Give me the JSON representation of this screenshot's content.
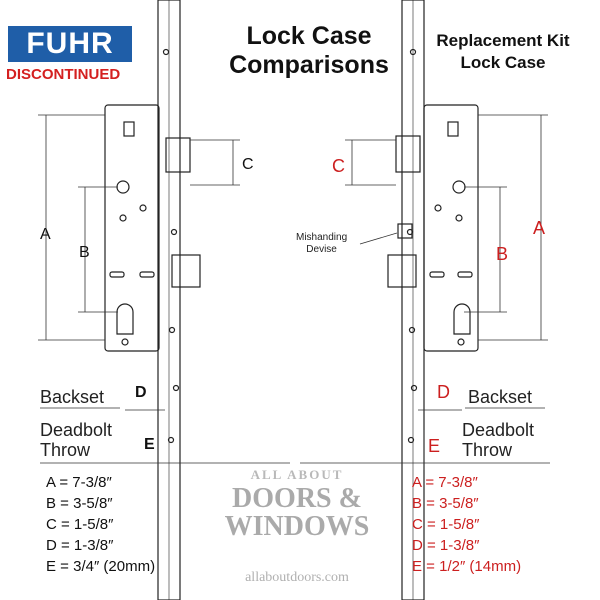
{
  "brand": {
    "logo": "FUHR",
    "status": "DISCONTINUED"
  },
  "titles": {
    "left": "Lock Case Comparisons",
    "right": "Replacement Kit Lock Case"
  },
  "left": {
    "dims": {
      "a": "A",
      "b": "B",
      "c": "C",
      "d": "D",
      "e": "E"
    },
    "backset": "Backset",
    "deadbolt_throw": [
      "Deadbolt",
      "Throw"
    ],
    "specs": [
      "A = 7-3/8″",
      "B = 3-5/8″",
      "C = 1-5/8″",
      "D = 1-3/8″",
      "E = 3/4″ (20mm)"
    ]
  },
  "right": {
    "dims": {
      "a": "A",
      "b": "B",
      "c": "C",
      "d": "D",
      "e": "E"
    },
    "backset": "Backset",
    "deadbolt_throw": [
      "Deadbolt",
      "Throw"
    ],
    "mishanding": [
      "Mishanding",
      "Devise"
    ],
    "specs": [
      "A = 7-3/8″",
      "B = 3-5/8″",
      "C = 1-5/8″",
      "D = 1-3/8″",
      "E = 1/2″ (14mm)"
    ]
  },
  "watermark": {
    "line1": "ALL ABOUT",
    "line2": "DOORS & WINDOWS",
    "line3": "allaboutdoors.com"
  },
  "colors": {
    "logo_bg": "#1f5ea8",
    "accent_red": "#cc1f1f"
  }
}
